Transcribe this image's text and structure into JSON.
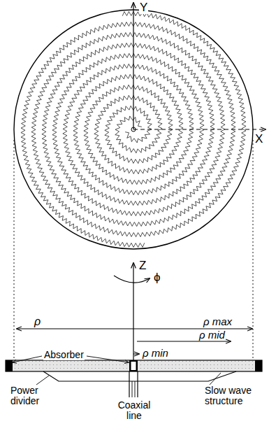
{
  "diagram": {
    "labels": [
      "Y",
      "X",
      "Z",
      "ϕ",
      "ρ",
      "ρ max",
      "ρ mid",
      "Absorber",
      "ρ min",
      "Power divider",
      "Coaxial line",
      "Slow wave structure"
    ]
  }
}
